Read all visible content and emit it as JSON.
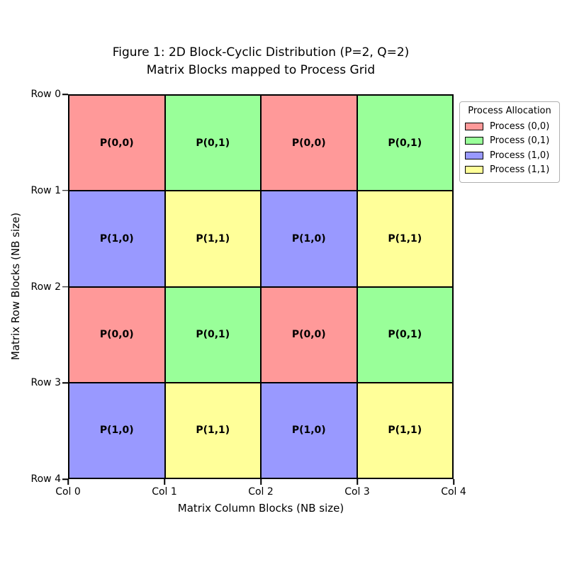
{
  "figure": {
    "title_line1": "Figure 1: 2D Block-Cyclic Distribution (P=2, Q=2)",
    "title_line2": "Matrix Blocks mapped to Process Grid"
  },
  "chart_data": {
    "type": "heatmap",
    "title": "Figure 1: 2D Block-Cyclic Distribution (P=2, Q=2)\nMatrix Blocks mapped to Process Grid",
    "xlabel": "Matrix Column Blocks (NB size)",
    "ylabel": "Matrix Row Blocks (NB size)",
    "x_tick_labels": [
      "Col 0",
      "Col 1",
      "Col 2",
      "Col 3",
      "Col 4"
    ],
    "y_tick_labels": [
      "Row 0",
      "Row 1",
      "Row 2",
      "Row 3",
      "Row 4"
    ],
    "xlim": [
      0,
      4
    ],
    "ylim": [
      4,
      0
    ],
    "grid": false,
    "process_grid": {
      "P": 2,
      "Q": 2
    },
    "rows": 4,
    "cols": 4,
    "cells": [
      [
        "P(0,0)",
        "P(0,1)",
        "P(0,0)",
        "P(0,1)"
      ],
      [
        "P(1,0)",
        "P(1,1)",
        "P(1,0)",
        "P(1,1)"
      ],
      [
        "P(0,0)",
        "P(0,1)",
        "P(0,0)",
        "P(0,1)"
      ],
      [
        "P(1,0)",
        "P(1,1)",
        "P(1,0)",
        "P(1,1)"
      ]
    ],
    "process_colors": {
      "P(0,0)": "#ff9999",
      "P(0,1)": "#99ff99",
      "P(1,0)": "#9999ff",
      "P(1,1)": "#ffff99"
    },
    "cell_edge_color": "#000000",
    "text_color": "#000000",
    "background_color": "#ffffff",
    "legend": {
      "title": "Process Allocation",
      "position": "upper-right-outside",
      "entries": [
        {
          "label": "Process (0,0)",
          "color": "#ff9999"
        },
        {
          "label": "Process (0,1)",
          "color": "#99ff99"
        },
        {
          "label": "Process (1,0)",
          "color": "#9999ff"
        },
        {
          "label": "Process (1,1)",
          "color": "#ffff99"
        }
      ]
    }
  }
}
